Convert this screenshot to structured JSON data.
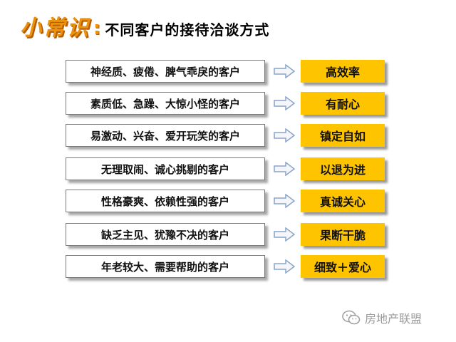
{
  "header": {
    "brand": "小常识",
    "colon": ":",
    "title": "不同客户的接待洽谈方式"
  },
  "rows": [
    {
      "customer": "神经质、疲倦、脾气乖戾的客户",
      "approach": "高效率"
    },
    {
      "customer": "素质低、急躁、大惊小怪的客户",
      "approach": "有耐心"
    },
    {
      "customer": "易激动、兴奋、爱开玩笑的客户",
      "approach": "镇定自如"
    },
    {
      "customer": "无理取闹、诚心挑剔的客户",
      "approach": "以退为进"
    },
    {
      "customer": "性格豪爽、依赖性强的客户",
      "approach": "真诚关心"
    },
    {
      "customer": "缺乏主见、犹豫不决的客户",
      "approach": "果断干脆"
    },
    {
      "customer": "年老较大、需要帮助的客户",
      "approach": "细致＋爱心"
    }
  ],
  "watermark": {
    "text": "房地产联盟",
    "icon": "wechat-icon"
  },
  "colors": {
    "accent_box": "#ffc400",
    "brand": "#e8920e",
    "arrow": "#8aa4c8"
  }
}
